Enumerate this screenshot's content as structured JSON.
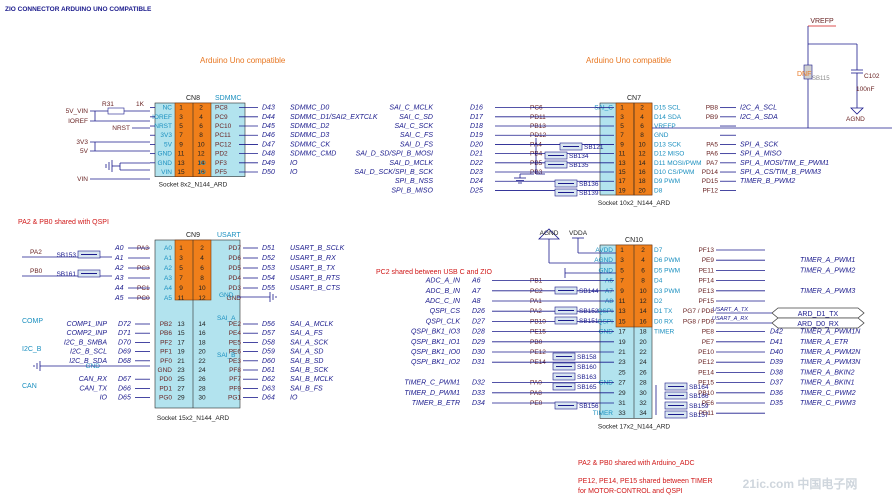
{
  "header": {
    "title": "ZIO CONNECTOR ARDUINO UNO COMPATIBLE"
  },
  "colors": {
    "net": "#1a1a8c",
    "pin": "#6a2424",
    "conn": "#f07f1a",
    "body": "#b2e3ee",
    "wire": "#1a1a8c",
    "orange": "#e87722",
    "red": "#d01818",
    "cyan": "#1a8fbf",
    "green": "#2c7a2c"
  },
  "sections": {
    "cn8": "Arduino Uno compatible",
    "cn7": "Arduino Uno compatible"
  },
  "notes": {
    "pa2_pb0_qspi": "PA2 & PB0 shared with QSPI",
    "pc2_usb": "PC2 shared between USB C and ZIO",
    "pa2_pb0_adc": "PA2 & PB0 shared with Arduino_ADC",
    "pe_line1": "PE12, PE14, PE15 shared between TIMER",
    "pe_line2": "for MOTOR-CONTROL and QSPI"
  },
  "cn8": {
    "ref": "CN8",
    "group": "SDMMC",
    "footprint": "Socket 8x2_N144_ARD",
    "lpins": [
      "1",
      "3",
      "5",
      "7",
      "9",
      "11",
      "13",
      "15"
    ],
    "rpins": [
      "2",
      "4",
      "6",
      "8",
      "10",
      "12",
      "14",
      "16"
    ],
    "lsig": [
      "NC",
      "IOREF",
      "NRST",
      "3V3",
      "5V",
      "GND",
      "GND",
      "VIN"
    ],
    "rsig": [
      "PC8",
      "PC9",
      "PC10",
      "PC11",
      "PC12",
      "PD2",
      "PF3",
      "PF5"
    ],
    "rio": [
      "D43",
      "D44",
      "D45",
      "D46",
      "D47",
      "D48",
      "D49",
      "D50"
    ],
    "rfunc": [
      "SDMMC_D0",
      "SDMMC_D1/SAI2_EXTCLK",
      "SDMMC_D2",
      "SDMMC_D3",
      "SDMMC_CK",
      "SDMMC_CMD",
      "IO",
      "IO"
    ],
    "io_tags": [
      "IO",
      "IO"
    ],
    "left_nets": [
      "5V_VIN",
      "IOREF",
      "NRST",
      "3V3",
      "5V",
      "VIN"
    ],
    "r31": "R31",
    "r31_val": "1K"
  },
  "cn7": {
    "ref": "CN7",
    "footprint": "Socket 10x2_N144_ARD",
    "sai": "SAI_C",
    "lfunc": [
      "SAI_C_MCLK",
      "SAI_C_SD",
      "SAI_C_SCK",
      "SAI_C_FS",
      "SAI_D_FS",
      "SAI_D_SD/SPI_B_MOSI",
      "SAI_D_MCLK",
      "SAI_D_SCK/SPI_B_SCK",
      "SPI_B_NSS",
      "SPI_B_MISO"
    ],
    "lio": [
      "D16",
      "D17",
      "D18",
      "D19",
      "D20",
      "D21",
      "D22",
      "D23",
      "D24",
      "D25"
    ],
    "lport": [
      "PC6",
      "PD11",
      "PB13",
      "PD12",
      "PA4",
      "PB4",
      "PB5",
      "PB3",
      "",
      ""
    ],
    "sb": [
      "SB121",
      "SB134",
      "SB135",
      "SB136",
      "SB139"
    ],
    "lpins": [
      "1",
      "3",
      "5",
      "7",
      "9",
      "11",
      "13",
      "15",
      "17",
      "19"
    ],
    "rpins": [
      "2",
      "4",
      "6",
      "8",
      "10",
      "12",
      "14",
      "16",
      "18",
      "20"
    ],
    "rsig": [
      "D15 SCL",
      "D14 SDA",
      "VREFP",
      "GND",
      "D13 SCK",
      "D12 MISO",
      "D11 MOSI/PWM",
      "D10 CS/PWM",
      "D9 PWM",
      "D8"
    ],
    "rport": [
      "PB8",
      "PB9",
      "",
      "",
      "PA5",
      "PA6",
      "PA7",
      "PD14",
      "PD15",
      "PF12"
    ],
    "rfunc": [
      "I2C_A_SCL",
      "I2C_A_SDA",
      "",
      "",
      "SPI_A_SCK",
      "SPI_A_MISO",
      "SPI_A_MOSI/TIM_E_PWM1",
      "SPI_A_CS/TIM_B_PWM3",
      "TIMER_B_PWM2",
      ""
    ]
  },
  "vref": {
    "net": "VREFP",
    "dnf": "DNF",
    "sb": "SB115",
    "cap": "C102",
    "cap_val": "100nF",
    "gnd": "AGND"
  },
  "cn9": {
    "ref": "CN9",
    "footprint": "Socket 15x2_N144_ARD",
    "group": "USART",
    "lfunc_a": [
      "A0",
      "A1",
      "A2",
      "A3",
      "A4",
      "A5"
    ],
    "lport_a": [
      "PA3",
      "",
      "PC3",
      "",
      "PC1",
      "PC0"
    ],
    "lpins": [
      "1",
      "3",
      "5",
      "7",
      "9",
      "11",
      "13",
      "15",
      "17",
      "19",
      "21",
      "23",
      "25",
      "27",
      "29"
    ],
    "rpins": [
      "2",
      "4",
      "6",
      "8",
      "10",
      "12",
      "14",
      "16",
      "18",
      "20",
      "22",
      "24",
      "26",
      "28",
      "30"
    ],
    "lnet_b": [
      "COMP1_INP",
      "COMP2_INP",
      "I2C_B_SMBA",
      "I2C_B_SCL",
      "I2C_B_SDA",
      "",
      "CAN_RX",
      "CAN_TX",
      "IO"
    ],
    "lio_b": [
      "D72",
      "D71",
      "D70",
      "D69",
      "D68",
      "",
      "D67",
      "D66",
      "D65"
    ],
    "lport_b": [
      "PB2",
      "PB6",
      "PF2",
      "PF1",
      "PF0",
      "GND",
      "PD0",
      "PD1",
      "PG0"
    ],
    "rsig": [
      "PD7",
      "PD6",
      "PD5",
      "PD4",
      "PD3",
      "GND",
      "PE2",
      "PE4",
      "PE5",
      "PE6",
      "PE3",
      "PF8",
      "PF7",
      "PF9",
      "PG1"
    ],
    "rio": [
      "D51",
      "D52",
      "D53",
      "D54",
      "D55",
      "",
      "D56",
      "D57",
      "D58",
      "D59",
      "D60",
      "D61",
      "D62",
      "D63",
      "D64"
    ],
    "rfunc": [
      "USART_B_SCLK",
      "USART_B_RX",
      "USART_B_TX",
      "USART_B_RTS",
      "USART_B_CTS",
      "",
      "SAI_A_MCLK",
      "SAI_A_FS",
      "SAI_A_SCK",
      "SAI_A_SD",
      "SAI_B_SD",
      "SAI_B_SCK",
      "SAI_B_MCLK",
      "SAI_B_FS",
      "IO"
    ],
    "inner_a": "SAI_A",
    "inner_b": "SAI_B",
    "comp": "COMP",
    "i2c": "I2C_B",
    "can": "CAN",
    "sb153": "SB153",
    "sb161": "SB161",
    "pa2": "PA2",
    "pb0": "PB0",
    "gnd": "GND"
  },
  "cn10": {
    "ref": "CN10",
    "footprint": "Socket 17x2_N144_ARD",
    "timer": "TIMER",
    "agnd": "AGND",
    "vdda": "VDDA",
    "lpins": [
      "1",
      "3",
      "5",
      "7",
      "9",
      "11",
      "13",
      "15",
      "17",
      "19",
      "21",
      "23",
      "25",
      "27",
      "29",
      "31",
      "33"
    ],
    "rpins": [
      "2",
      "4",
      "6",
      "8",
      "10",
      "12",
      "14",
      "16",
      "18",
      "20",
      "22",
      "24",
      "26",
      "28",
      "30",
      "32",
      "34"
    ],
    "lsig": [
      "AVDD",
      "AGND",
      "GND",
      "A6",
      "A7",
      "A8",
      "QSPI",
      "QSPI",
      "GND",
      "",
      "",
      "",
      "",
      "GND",
      "",
      "",
      "TIMER"
    ],
    "lport": [
      "",
      "",
      "",
      "PB1",
      "PC2",
      "PA1",
      "PA2",
      "PB10",
      "PE15",
      "PB0",
      "PE12",
      "PE14",
      "",
      "PA0",
      "PA8",
      "PE0",
      ""
    ],
    "lnet": [
      "",
      "",
      "",
      "ADC_A_IN",
      "ADC_B_IN",
      "ADC_C_IN",
      "QSPI_CS",
      "QSPI_CLK",
      "QSPI_BK1_IO3",
      "QSPI_BK1_IO1",
      "QSPI_BK1_IO0",
      "QSPI_BK1_IO2",
      "",
      "TIMER_C_PWM1",
      "TIMER_D_PWM1",
      "TIMER_B_ETR",
      ""
    ],
    "lio": [
      "",
      "",
      "",
      "A6",
      "A7",
      "A8",
      "D26",
      "D27",
      "D28",
      "D29",
      "D30",
      "D31",
      "",
      "D32",
      "D33",
      "D34",
      ""
    ],
    "lsb": [
      "SB144",
      "SB152",
      "SB151",
      "SB158",
      "SB160",
      "SB163",
      "SB165",
      "SB156"
    ],
    "rsig": [
      "D7",
      "D6 PWM",
      "D5 PWM",
      "D4",
      "D3 PWM",
      "D2",
      "D1 TX",
      "D0 RX",
      "TIMER",
      "",
      "",
      "",
      "",
      "",
      "",
      "",
      ""
    ],
    "rport": [
      "PF13",
      "PE9",
      "PE11",
      "PF14",
      "PE13",
      "PF15",
      "PG7 / PD8",
      "PG8 / PD9",
      "PE8",
      "PE7",
      "PE10",
      "PE12",
      "PE14",
      "PE15",
      "PB10",
      "PE6",
      "PB11"
    ],
    "rio": [
      "",
      "",
      "",
      "",
      "",
      "",
      "",
      "",
      "D42",
      "D41",
      "D40",
      "D39",
      "D38",
      "D37",
      "D36",
      "D35",
      ""
    ],
    "rfunc": [
      "",
      "TIMER_A_PWM1",
      "TIMER_A_PWM2",
      "",
      "TIMER_A_PWM3",
      "",
      "",
      "",
      "TIMER_A_PWM1N",
      "TIMER_A_ETR",
      "TIMER_A_PWM2N",
      "TIMER_A_PWM3N",
      "TIMER_A_BKIN2",
      "TIMER_A_BKIN1",
      "TIMER_C_PWM2",
      "TIMER_C_PWM3",
      ""
    ],
    "rsb": [
      "SB164",
      "SB166",
      "SB159",
      "SB157"
    ],
    "usart_tx": "USART_A_TX",
    "usart_rx": "USART_A_RX",
    "ard_tx": "ARD_D1_TX",
    "ard_rx": "ARD_D0_RX"
  },
  "watermark": "21ic.com 中国电子网"
}
